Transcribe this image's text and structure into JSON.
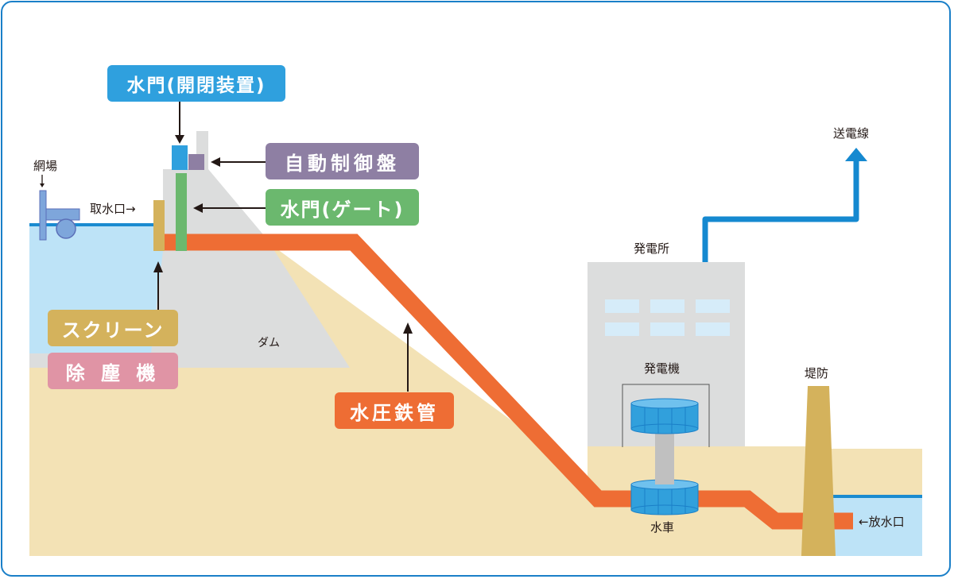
{
  "colors": {
    "frame": "#1a7fc8",
    "water": "#bde3f7",
    "water_surface": "#1a8bd0",
    "ground": "#f3e2b5",
    "dam": "#dcdddd",
    "pipe": "#ee6d34",
    "gate_blue": "#2fa0de",
    "control_purple": "#8e7fa3",
    "gate_green": "#6bb86e",
    "screen_tan": "#d4b25c",
    "dust_pink": "#e094a5",
    "net_blue": "#7ea6db",
    "building": "#dcdddd",
    "window": "#d6ecf9",
    "turbine": "#31a0dc",
    "shaft": "#c0c0c0",
    "transmission": "#1589d0",
    "levee": "#d4b25c"
  },
  "callouts": {
    "gate_operator": "水門(開閉装置)",
    "control_panel": "自動制御盤",
    "gate": "水門(ゲート)",
    "screen": "スクリーン",
    "dust_remover": "除 塵 機",
    "penstock": "水圧鉄管"
  },
  "labels": {
    "net_area": "網場",
    "intake": "取水口→",
    "dam": "ダム",
    "power_station": "発電所",
    "transmission_line": "送電線",
    "generator": "発電機",
    "water_turbine": "水車",
    "levee": "堤防",
    "outlet": "←放水口"
  },
  "icons": {
    "net_area_arrow": "arrow-down-icon",
    "transmission_arrow": "arrow-up-icon"
  }
}
